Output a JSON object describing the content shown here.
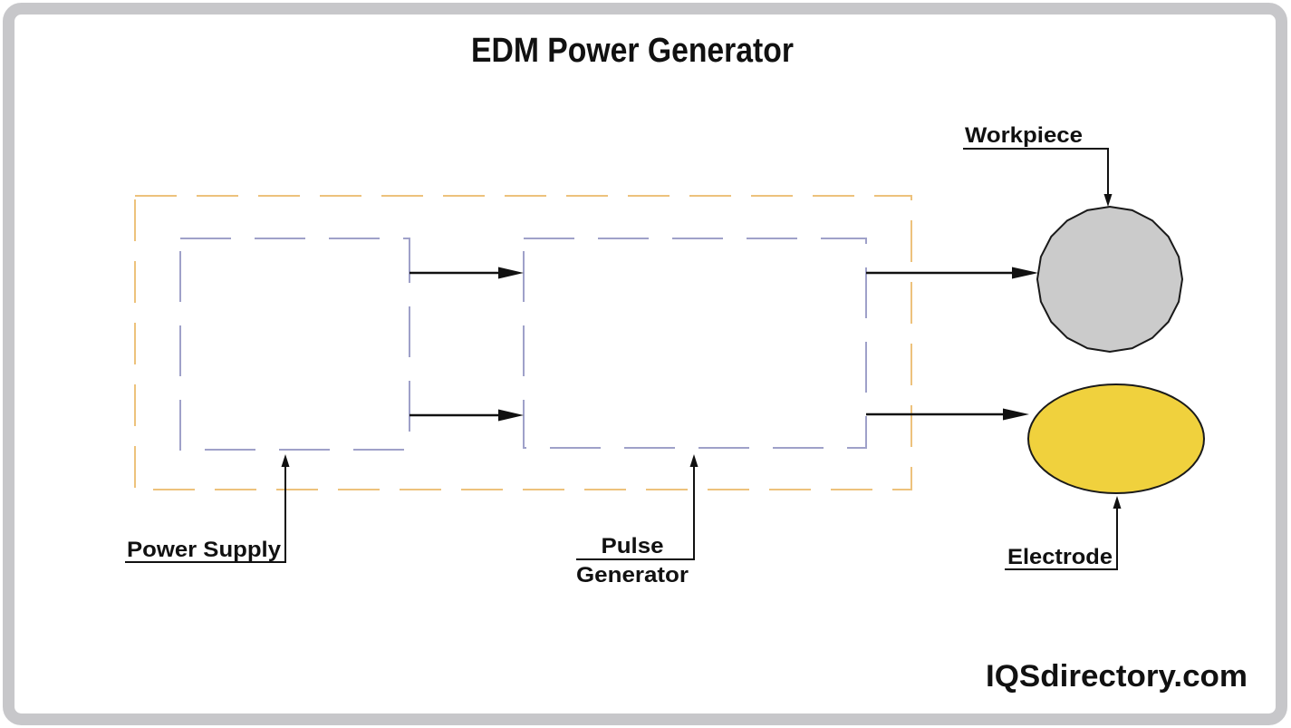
{
  "title": "EDM Power Generator",
  "watermark": "IQSdirectory.com",
  "labels": {
    "workpiece": "Workpiece",
    "power_supply": "Power Supply",
    "pulse_generator_line1": "Pulse",
    "pulse_generator_line2": "Generator",
    "electrode": "Electrode"
  },
  "colors": {
    "frame_gray": "#c7c7ca",
    "outer_boundary_dash": "#edc27c",
    "inner_box_dash": "#9fa1c9",
    "workpiece_fill": "#cbcbcb",
    "electrode_fill": "#f0d13d",
    "shape_outline": "#1a1a1a",
    "connector_black": "#111111",
    "text_black": "#111111"
  }
}
